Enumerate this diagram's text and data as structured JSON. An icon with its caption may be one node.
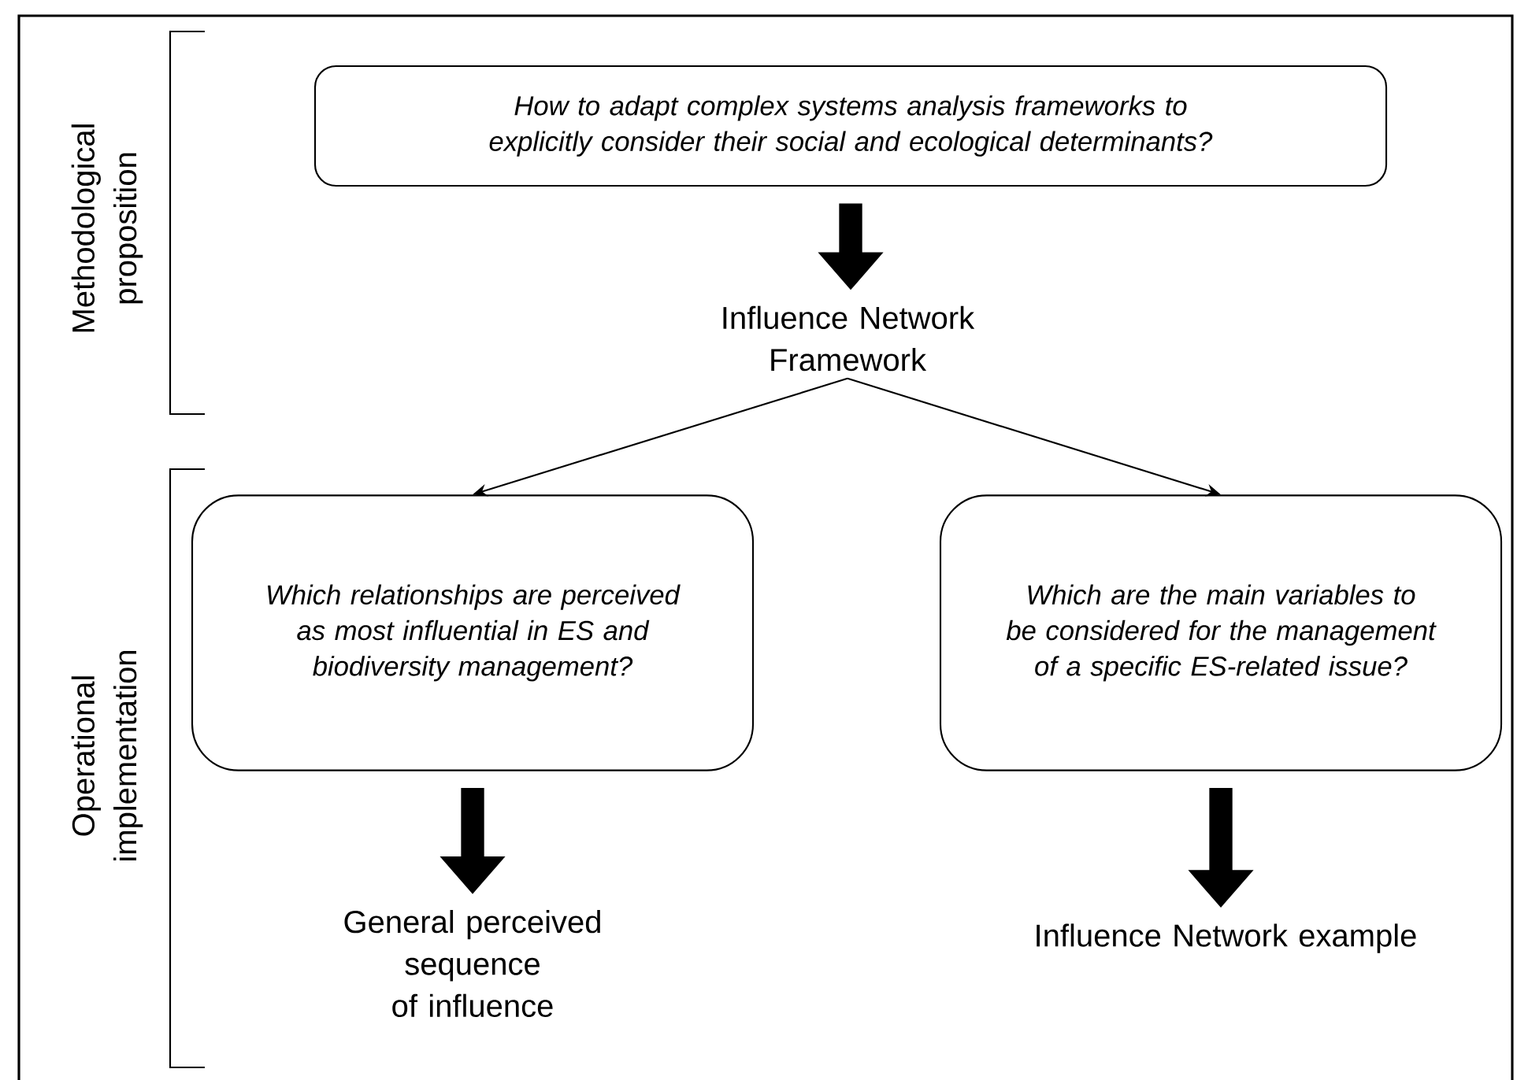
{
  "diagram": {
    "nodes": [
      {
        "text": [
          "How to adapt complex systems analysis frameworks to explicitly consider their social and ecological determinants?"
        ]
      },
      {
        "text": [
          "Influence Network Framework"
        ]
      },
      {
        "text": [
          "Which relationships are perceived as most influential in ES and biodiversity management?"
        ]
      },
      {
        "text": [
          "Which are the main variables to be considered for the management of a specific ES-related issue?"
        ]
      },
      {
        "text": [
          "General perceived sequence of influence"
        ]
      },
      {
        "text": [
          "Influence Network example"
        ]
      }
    ],
    "edges": [
      {
        "from": 0,
        "to": 1,
        "arrow": "to"
      },
      {
        "from": 1,
        "to": 2,
        "arrow": "to"
      },
      {
        "from": 1,
        "to": 3,
        "arrow": "to"
      },
      {
        "from": 2,
        "to": 4,
        "arrow": "to"
      },
      {
        "from": 3,
        "to": 5,
        "arrow": "to"
      }
    ],
    "labels": [
      "Methodological proposition",
      "Operational implementation"
    ]
  }
}
